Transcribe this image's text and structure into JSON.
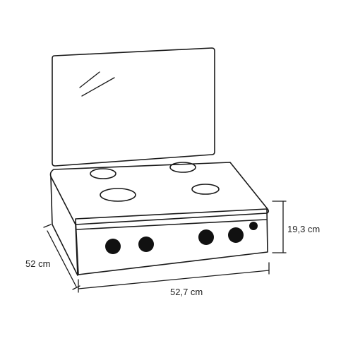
{
  "dimensions": {
    "depth_label": "52 cm",
    "width_label": "52,7 cm",
    "height_label": "19,3 cm"
  },
  "burners": [
    "small-burner-rear-left",
    "small-burner-rear-right",
    "large-burner-front-left",
    "medium-burner-front-right"
  ],
  "knobs": [
    "knob-1",
    "knob-2",
    "knob-3",
    "knob-4"
  ],
  "colors": {
    "outline": "#1a1a1a",
    "knob": "#111111",
    "background": "#ffffff"
  }
}
